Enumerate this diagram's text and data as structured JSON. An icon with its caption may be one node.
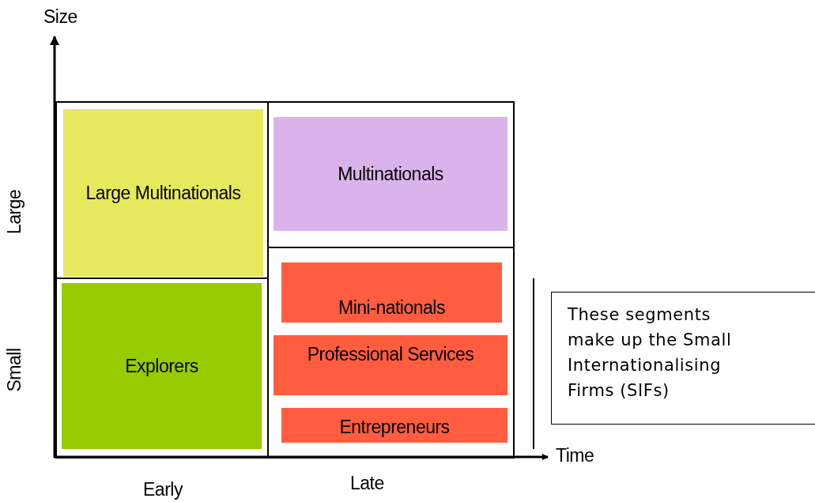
{
  "diagram": {
    "nodes": [
      {
        "text": [],
        "shape": "box"
      },
      {
        "text": [
          "Large Multinationals"
        ],
        "in": 0
      },
      {
        "text": [],
        "shape": "box"
      },
      {
        "text": [
          "Multinationals"
        ],
        "in": 2
      },
      {
        "text": [],
        "shape": "box"
      },
      {
        "text": [
          "Explorers"
        ],
        "in": 4
      },
      {
        "text": [],
        "shape": "box"
      },
      {
        "text": [
          "Mini-nationals"
        ],
        "in": 6
      },
      {
        "text": [
          "Professional Services"
        ],
        "in": 6
      },
      {
        "text": [
          "Entrepreneurs"
        ],
        "in": 6
      },
      {
        "text": [
          "These segments make up the Small Internationalising Firms (SIFs)"
        ]
      }
    ],
    "edges": [],
    "labels": [
      "Size",
      "Large",
      "Small",
      "Time",
      "Early",
      "Late"
    ]
  }
}
